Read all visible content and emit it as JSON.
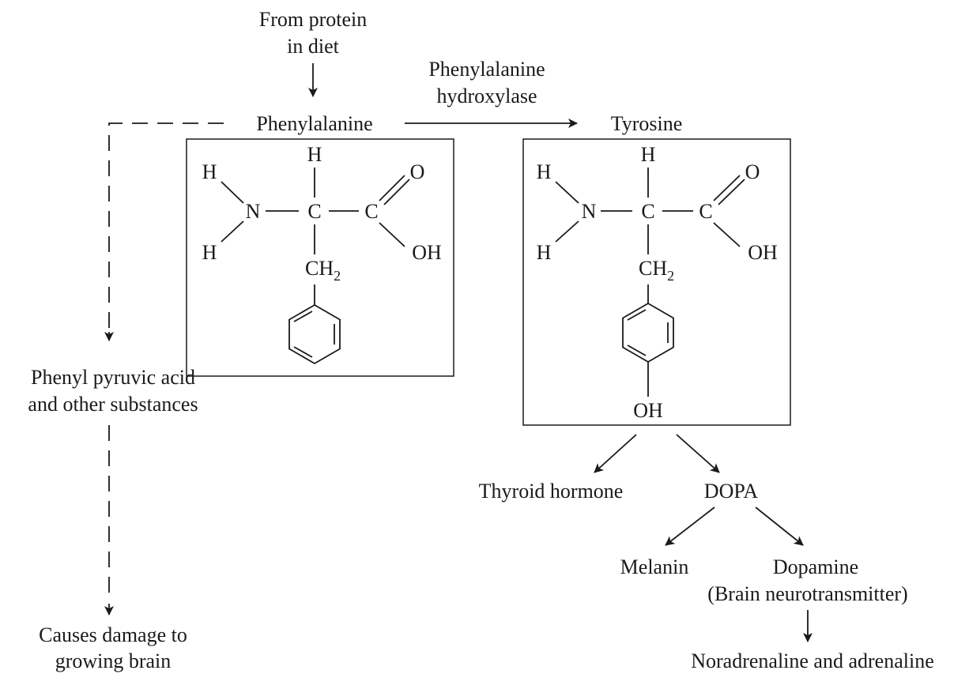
{
  "labels": {
    "source_line1": "From protein",
    "source_line2": "in diet",
    "phenylalanine": "Phenylalanine",
    "enzyme_line1": "Phenylalanine",
    "enzyme_line2": "hydroxylase",
    "tyrosine": "Tyrosine",
    "pyruvic_line1": "Phenyl pyruvic acid",
    "pyruvic_line2": "and other substances",
    "damage_line1": "Causes damage to",
    "damage_line2": "growing brain",
    "thyroid": "Thyroid hormone",
    "dopa": "DOPA",
    "melanin": "Melanin",
    "dopamine": "Dopamine",
    "dopamine_note": "(Brain neurotransmitter)",
    "noradrenaline": "Noradrenaline and adrenaline"
  },
  "atoms": {
    "h": "H",
    "n": "N",
    "c": "C",
    "o": "O",
    "oh": "OH",
    "ch": "CH",
    "sub2": "2"
  }
}
